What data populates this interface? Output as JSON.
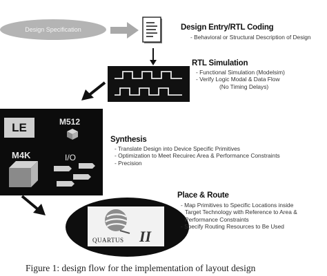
{
  "spec": {
    "label": "Design Specification"
  },
  "entry": {
    "title": "Design Entry/RTL Coding",
    "bullets": [
      "- Behavioral or Structural Description of Design"
    ]
  },
  "simulation": {
    "title": "RTL Simulation",
    "bullets": [
      "- Functional Simulation (Modelsim)",
      "- Verify Logic Modal & Data Flow",
      "(No Timing Delays)"
    ]
  },
  "chip": {
    "le": "LE",
    "m512": "M512",
    "m4k": "M4K",
    "io": "I/O"
  },
  "synthesis": {
    "title": "Synthesis",
    "bullets": [
      "- Translate Design into Device Specific Primitives",
      "- Optimization to Meet Recuirec Area & Performance Constraints",
      "- Precision"
    ]
  },
  "place_route": {
    "title": "Place & Route",
    "bullets": [
      "- Map Primitives to Specific Locations inside",
      "Target Technology with Reference to Area &",
      "Performance Constraints",
      "- Specify Routing Resources to Be Used"
    ]
  },
  "logo": {
    "name": "QUARTUS",
    "version": "II"
  },
  "caption": "Figure 1: design flow for the implementation of layout design",
  "colors": {
    "ink": "#111111",
    "ellipse_gray": "#b4b4b4",
    "arrow_gray": "#a9a9a9"
  }
}
